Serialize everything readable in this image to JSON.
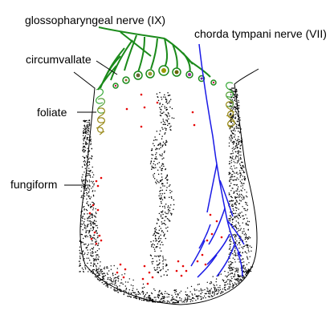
{
  "labels": {
    "glossopharyngeal": "glossopharyngeal nerve (IX)",
    "chorda_tympani": "chorda tympani nerve (VII)",
    "circumvallate": "circumvallate",
    "foliate": "foliate",
    "fungiform": "fungiform"
  },
  "colors": {
    "glossopharyngeal_nerve": "#1a8a1a",
    "chorda_tympani_nerve": "#1a1ae6",
    "fungiform_papillae": "#e60000",
    "foliate_papillae": "#9a8a1a",
    "outline": "#000000"
  },
  "figure": {
    "subject": "human tongue, dorsal surface",
    "papillae_types": [
      "circumvallate",
      "foliate",
      "fungiform"
    ],
    "innervation": [
      "glossopharyngeal nerve (IX) to posterior tongue",
      "chorda tympani nerve (VII) to anterior tongue"
    ]
  }
}
